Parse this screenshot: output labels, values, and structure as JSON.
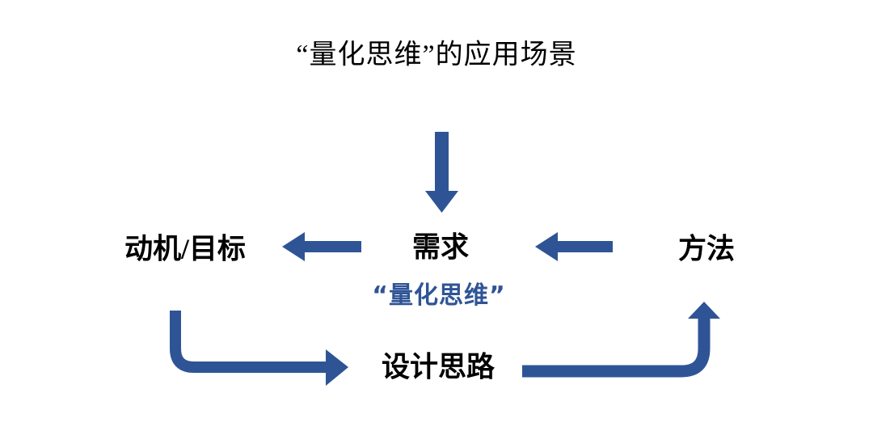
{
  "title": "“量化思维”的应用场景",
  "colors": {
    "arrow": "#2F5496",
    "accent_text": "#2F5496",
    "label_text": "#000000",
    "background": "#FFFFFF"
  },
  "nodes": {
    "motivation": {
      "label": "动机/目标"
    },
    "demand": {
      "label": "需求"
    },
    "method": {
      "label": "方法"
    },
    "quant_thinking": {
      "label": "“量化思维”"
    },
    "design_approach": {
      "label": "设计思路"
    }
  },
  "arrows": [
    {
      "name": "arrow-top-to-demand",
      "from": "top",
      "to": "demand",
      "direction": "down"
    },
    {
      "name": "arrow-demand-to-motivation",
      "from": "demand",
      "to": "motivation",
      "direction": "left"
    },
    {
      "name": "arrow-method-to-demand",
      "from": "method",
      "to": "demand",
      "direction": "left"
    },
    {
      "name": "arrow-motivation-to-design",
      "from": "motivation",
      "to": "design_approach",
      "direction": "down-then-right"
    },
    {
      "name": "arrow-design-to-method",
      "from": "design_approach",
      "to": "method",
      "direction": "right-then-up"
    }
  ]
}
